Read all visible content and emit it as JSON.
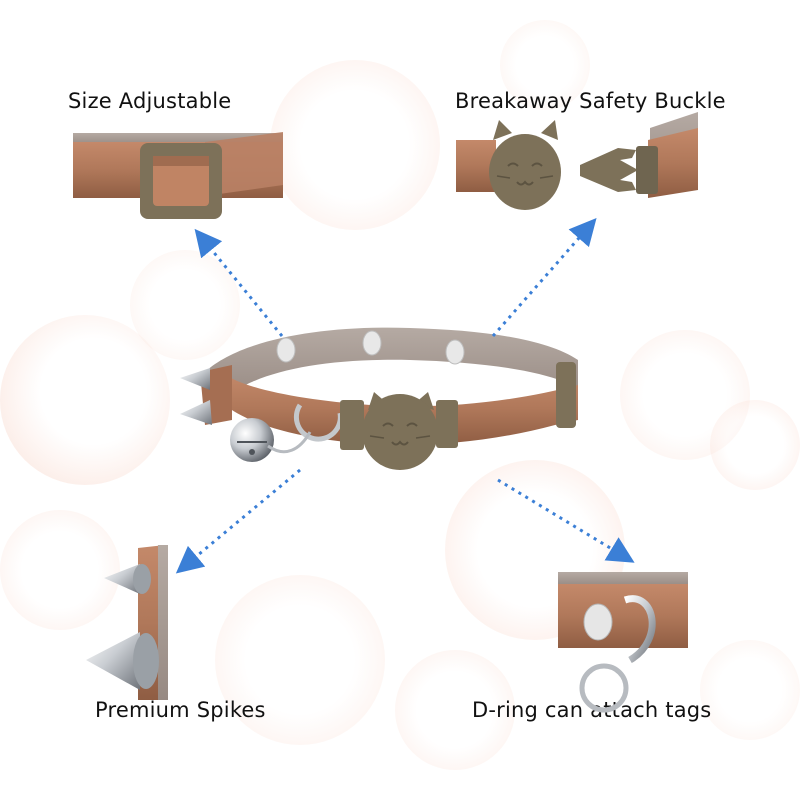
{
  "labels": {
    "size_adjustable": "Size Adjustable",
    "breakaway_buckle": "Breakaway Safety Buckle",
    "premium_spikes": "Premium Spikes",
    "d_ring": "D-ring can attach tags"
  },
  "colors": {
    "leather": "#b0785a",
    "leather_dark": "#8c5a40",
    "suede": "#a39790",
    "buckle": "#7d7159",
    "buckle_dark": "#645a45",
    "arrow": "#3b7fd6",
    "bubble": "#f6c9b8"
  },
  "icons": [
    "cat-face-buckle-icon",
    "bell-icon",
    "spike-icon",
    "d-ring-icon",
    "arrow-icon"
  ]
}
